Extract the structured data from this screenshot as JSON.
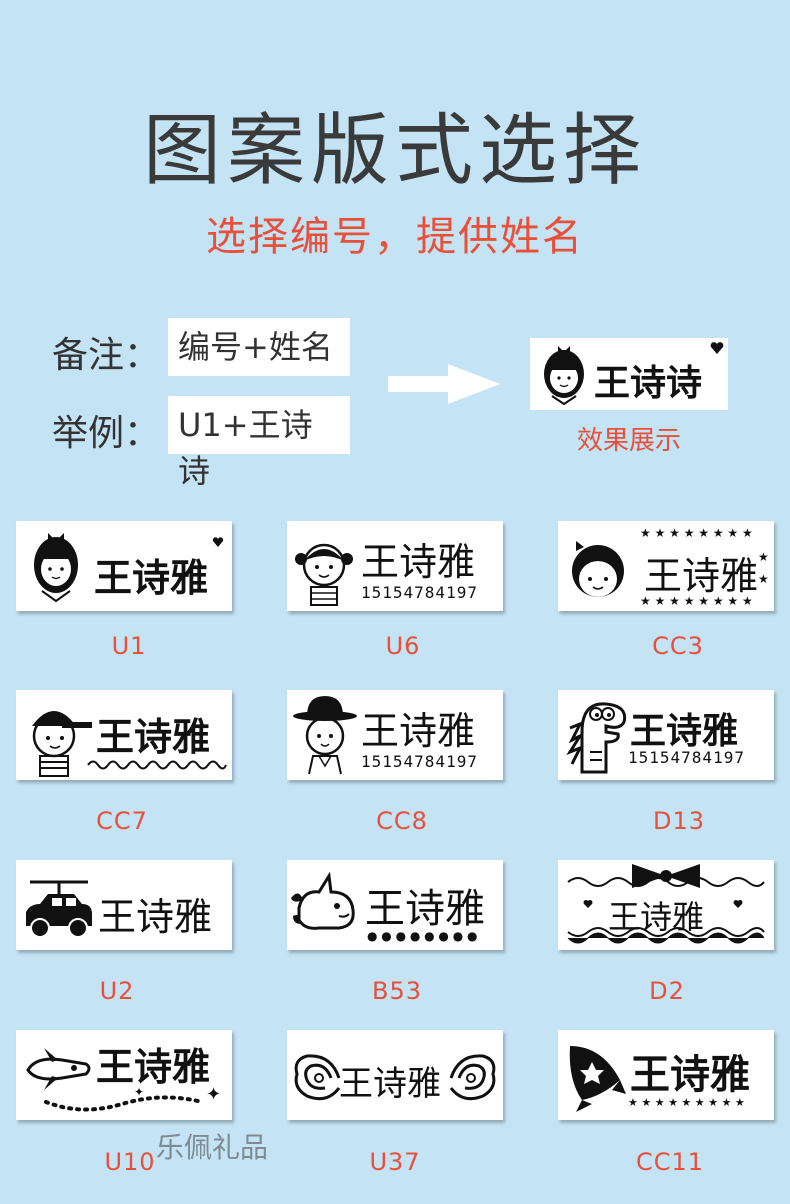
{
  "header": {
    "title": "图案版式选择",
    "subtitle": "选择编号，提供姓名"
  },
  "note": {
    "label": "备注：",
    "value": "编号+姓名"
  },
  "example": {
    "label": "举例：",
    "value": "U1+王诗诗"
  },
  "demo": {
    "name": "王诗诗",
    "caption": "效果展示"
  },
  "styles": [
    {
      "code": "U1",
      "name": "王诗雅",
      "phone": "",
      "icon": "girl-bow-icon"
    },
    {
      "code": "U6",
      "name": "王诗雅",
      "phone": "15154784197",
      "icon": "girl-pigtails-icon"
    },
    {
      "code": "CC3",
      "name": "王诗雅",
      "phone": "",
      "icon": "girl-stars-icon"
    },
    {
      "code": "CC7",
      "name": "王诗雅",
      "phone": "",
      "icon": "boy-cap-icon"
    },
    {
      "code": "CC8",
      "name": "王诗雅",
      "phone": "15154784197",
      "icon": "boy-hat-icon"
    },
    {
      "code": "D13",
      "name": "王诗雅",
      "phone": "15154784197",
      "icon": "dinosaur-icon"
    },
    {
      "code": "U2",
      "name": "王诗雅",
      "phone": "",
      "icon": "helicopter-car-icon"
    },
    {
      "code": "B53",
      "name": "王诗雅",
      "phone": "",
      "icon": "unicorn-icon"
    },
    {
      "code": "D2",
      "name": "王诗雅",
      "phone": "",
      "icon": "bow-lace-icon"
    },
    {
      "code": "U10",
      "name": "王诗雅",
      "phone": "",
      "icon": "plane-icon"
    },
    {
      "code": "U37",
      "name": "王诗雅",
      "phone": "",
      "icon": "wings-icon"
    },
    {
      "code": "CC11",
      "name": "王诗雅",
      "phone": "",
      "icon": "rocket-icon"
    }
  ],
  "watermark": "乐佩礼品",
  "colors": {
    "background": "#c4e3f5",
    "accent": "#e8503a",
    "title": "#3a3a3a"
  }
}
